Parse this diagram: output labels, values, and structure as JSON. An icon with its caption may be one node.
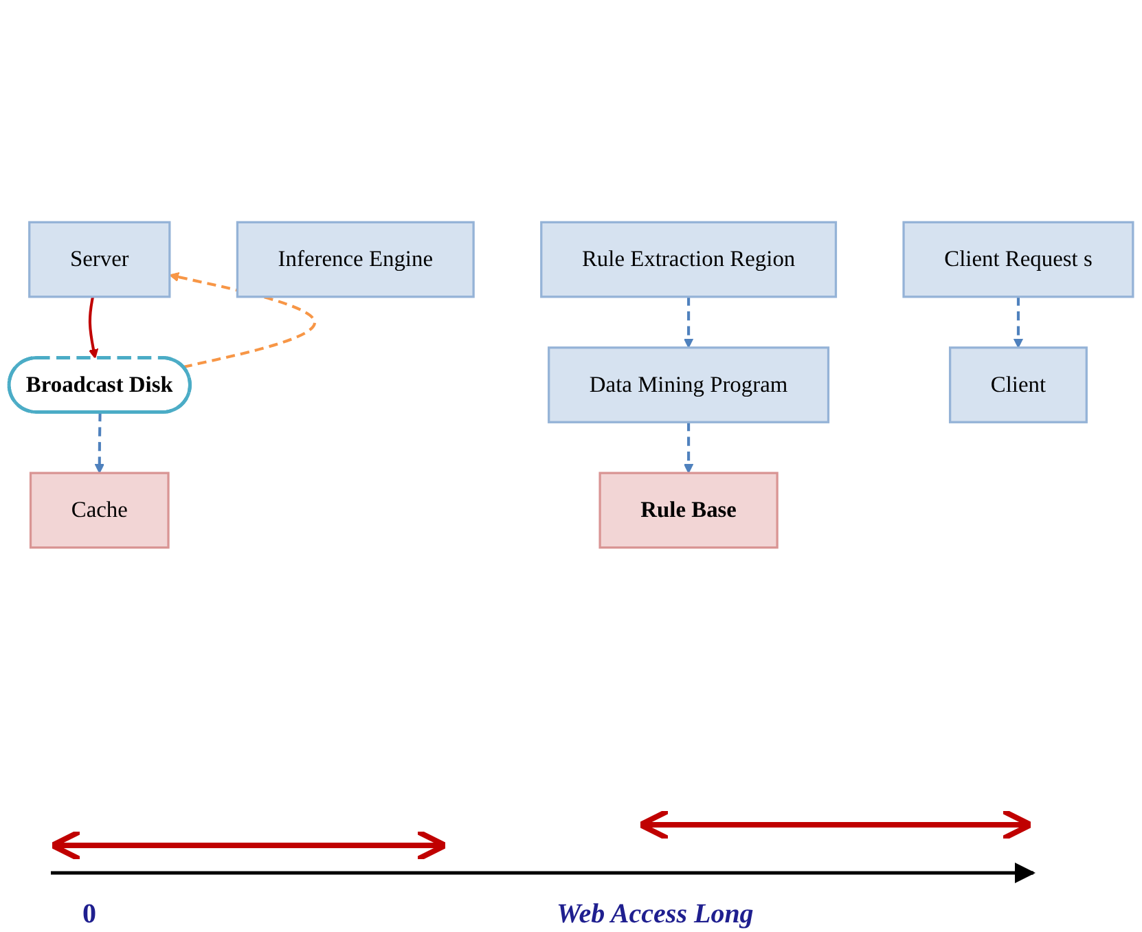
{
  "diagram": {
    "nodes": [
      {
        "text": [
          "Server"
        ]
      },
      {
        "text": [
          "Broadcast Disk"
        ]
      },
      {
        "text": [
          "Inference Engine"
        ]
      },
      {
        "text": [
          "Rule Base"
        ]
      },
      {
        "text": [
          "Data Mining Program"
        ]
      },
      {
        "text": [
          "Rule Extraction Region"
        ]
      },
      {
        "text": [
          "Cache"
        ]
      },
      {
        "text": [
          "Client"
        ]
      },
      {
        "text": [
          "Client Request s"
        ]
      }
    ],
    "edges": [
      {
        "from": 0,
        "to": 1,
        "arrow": "to",
        "color": "#c00000"
      },
      {
        "from": 1,
        "to": 0,
        "arrow": "to",
        "style": "dashed",
        "color": "#f79646"
      },
      {
        "from": 1,
        "to": 6,
        "arrow": "to",
        "style": "dashed"
      },
      {
        "from": 8,
        "to": 7,
        "arrow": "to",
        "style": "dashed"
      },
      {
        "from": 4,
        "to": 3,
        "arrow": "to",
        "style": "dashed"
      },
      {
        "from": 5,
        "to": 4,
        "arrow": "to",
        "style": "dashed"
      }
    ],
    "labels": [
      "0",
      "Web Access Long"
    ]
  }
}
